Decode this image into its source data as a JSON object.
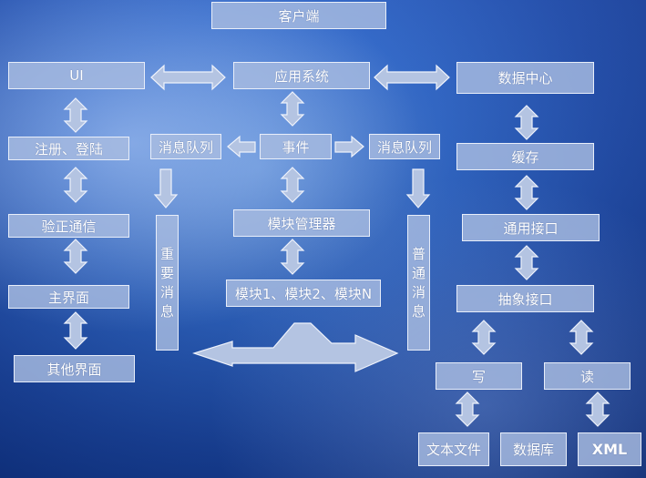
{
  "nodes": {
    "client": "客户端",
    "ui": "UI",
    "app_system": "应用系统",
    "data_center": "数据中心",
    "register_login": "注册、登陆",
    "msg_queue_left": "消息队列",
    "event": "事件",
    "msg_queue_right": "消息队列",
    "cache": "缓存",
    "verify_comm": "验正通信",
    "module_manager": "模块管理器",
    "common_interface": "通用接口",
    "main_interface": "主界面",
    "modules": "模块1、模块2、模块N",
    "abstract_interface": "抽象接口",
    "other_interface": "其他界面",
    "important_msg": [
      "重",
      "要",
      "消",
      "息"
    ],
    "normal_msg": [
      "普",
      "通",
      "消",
      "息"
    ],
    "write": "写",
    "read": "读",
    "text_file": "文本文件",
    "database": "数据库",
    "xml": "XML"
  }
}
